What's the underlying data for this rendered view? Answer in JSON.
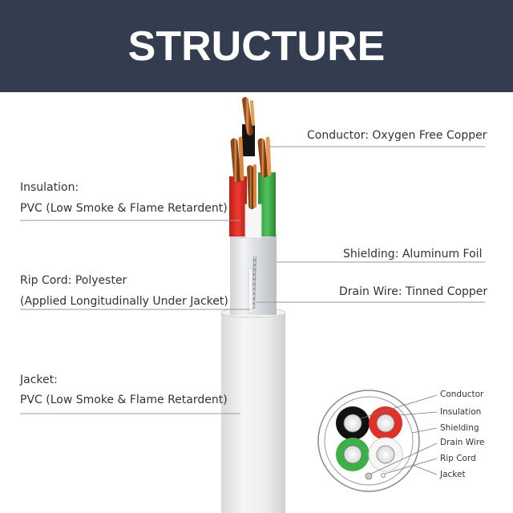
{
  "header": {
    "title": "STRUCTURE"
  },
  "callouts": {
    "conductor": "Conductor: Oxygen Free Copper",
    "insulation_title": "Insulation:",
    "insulation_desc": "PVC (Low Smoke & Flame Retardent)",
    "shielding": "Shielding: Aluminum Foil",
    "ripcord_title": "Rip Cord: Polyester",
    "ripcord_desc": "(Applied Longitudinally Under Jacket)",
    "drain": "Drain Wire: Tinned Copper",
    "jacket_title": "Jacket:",
    "jacket_desc": "PVC (Low Smoke & Flame Retardent)"
  },
  "cross_section": {
    "labels": [
      "Conductor",
      "Insulation",
      "Shielding",
      "Drain Wire",
      "Rip Cord",
      "Jacket"
    ]
  },
  "colors": {
    "header_bg": "#333d4f",
    "copper": "#c87533",
    "insulation_red": "#e0302a",
    "insulation_green": "#3fae49",
    "insulation_black": "#111111",
    "insulation_white": "#f4f4f4",
    "jacket": "#ececec"
  }
}
